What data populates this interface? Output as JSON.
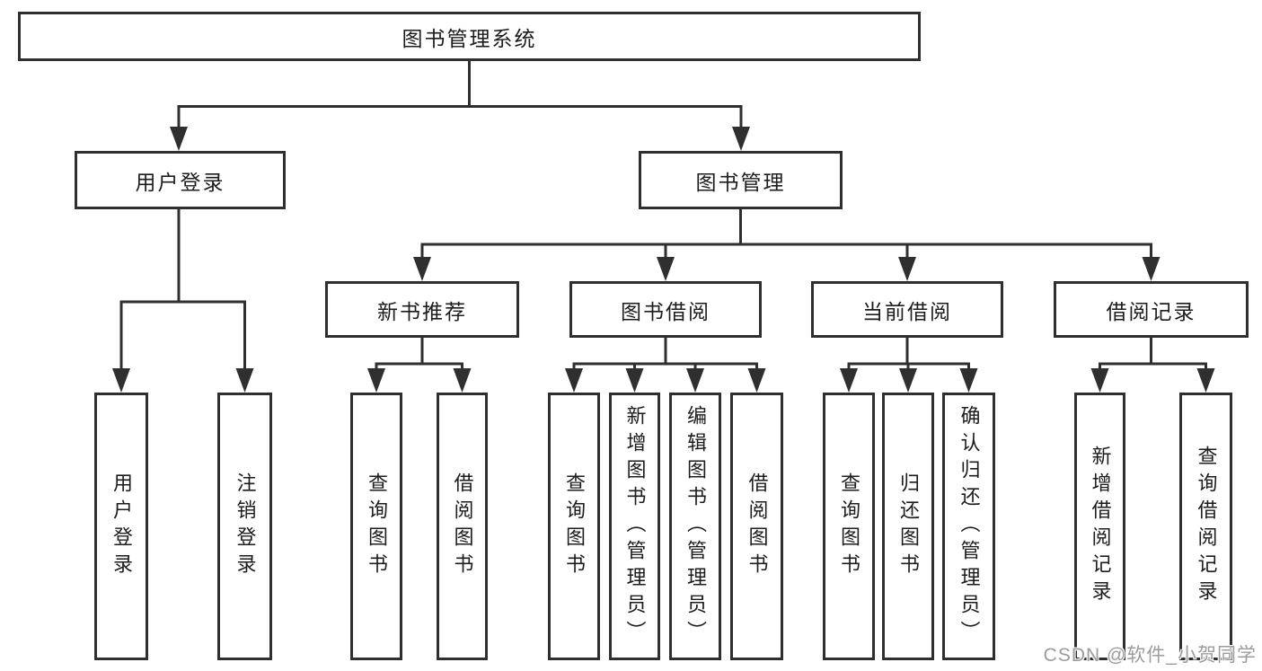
{
  "colors": {
    "line": "#2f2f2f",
    "box_border": "#2f2f2f",
    "box_background": "#ffffff",
    "text": "#1c1c1c",
    "page_background": "#ffffff",
    "watermark": "#9c9c9c"
  },
  "watermark": {
    "text": "CSDN @软件_小贺同学"
  },
  "tree": {
    "label": "图书管理系统",
    "children": [
      {
        "label": "用户登录",
        "children": [
          {
            "label": "用户登录"
          },
          {
            "label": "注销登录"
          }
        ]
      },
      {
        "label": "图书管理",
        "children": [
          {
            "label": "新书推荐",
            "children": [
              {
                "label": "查询图书"
              },
              {
                "label": "借阅图书"
              }
            ]
          },
          {
            "label": "图书借阅",
            "children": [
              {
                "label": "查询图书"
              },
              {
                "label": "新增图书（管理员）"
              },
              {
                "label": "编辑图书（管理员）"
              },
              {
                "label": "借阅图书"
              }
            ]
          },
          {
            "label": "当前借阅",
            "children": [
              {
                "label": "查询图书"
              },
              {
                "label": "归还图书"
              },
              {
                "label": "确认归还（管理员）"
              }
            ]
          },
          {
            "label": "借阅记录",
            "children": [
              {
                "label": "新增借阅记录"
              },
              {
                "label": "查询借阅记录"
              }
            ]
          }
        ]
      }
    ]
  }
}
